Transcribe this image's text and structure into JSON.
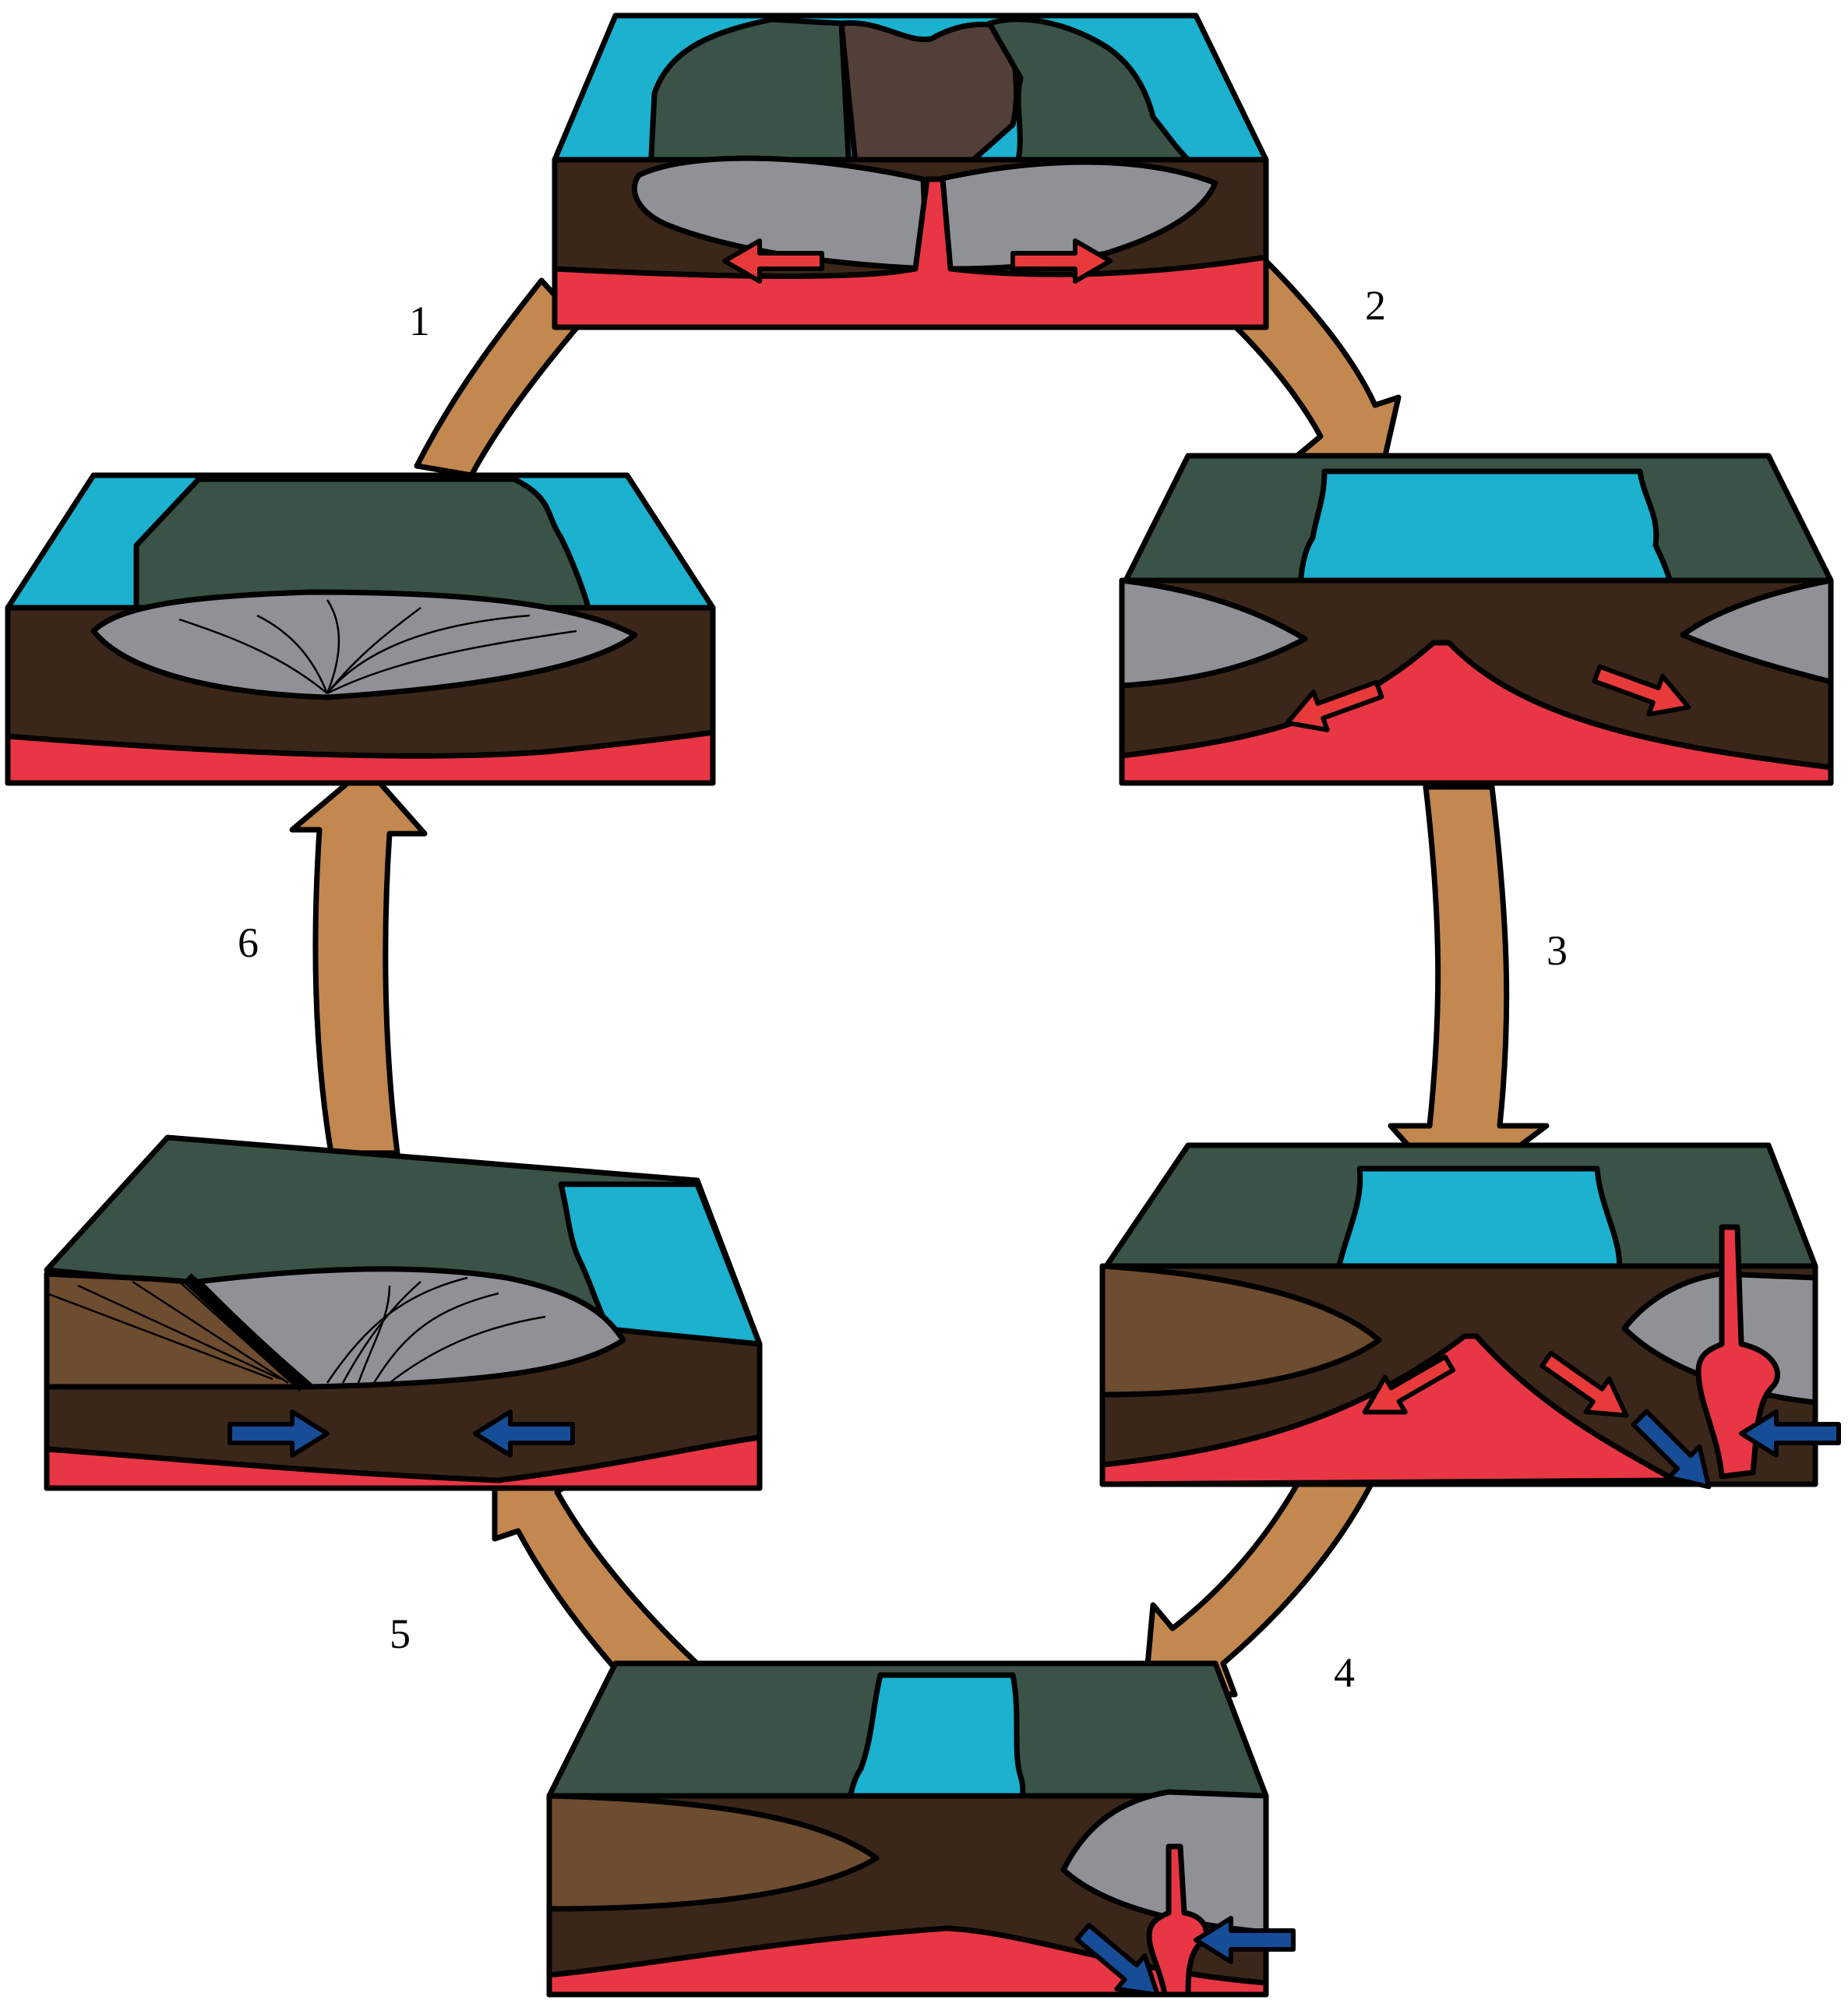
{
  "diagram": {
    "steps": [
      {
        "id": "1",
        "label": "1"
      },
      {
        "id": "2",
        "label": "2"
      },
      {
        "id": "3",
        "label": "3"
      },
      {
        "id": "4",
        "label": "4"
      },
      {
        "id": "5",
        "label": "5"
      },
      {
        "id": "6",
        "label": "6"
      }
    ],
    "colors": {
      "ocean": "#1bb1cf",
      "continent": "#3a5346",
      "lithosphere": "#3b271a",
      "asthenosphere_magma": "#e83645",
      "crust_grey": "#909196",
      "sediment_brown": "#6d4c30",
      "rift_brown": "#523f38",
      "cycle_arrow": "#c2884f",
      "divergent_arrow": "#e83a3a",
      "convergent_arrow": "#164d96",
      "outline": "#000000"
    }
  }
}
